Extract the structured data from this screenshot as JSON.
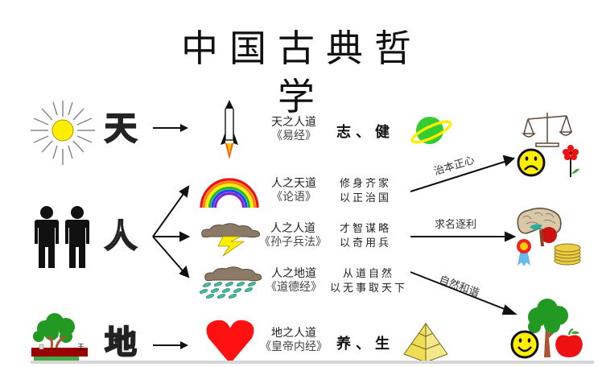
{
  "title": "中国古典哲学",
  "rows": {
    "heaven": {
      "char": "天",
      "way": "天之人道",
      "book": "《易经》",
      "virtue": "志、健",
      "icons": [
        "sun-icon",
        "rocket-icon",
        "planet-icon"
      ]
    },
    "human": {
      "char": "人",
      "branches": [
        {
          "way": "人之天道",
          "book": "《论语》",
          "virtue_line1": "修身齐家",
          "virtue_line2": "以正治国",
          "icon": "rainbow-icon",
          "arrow_label": "治本正心"
        },
        {
          "way": "人之人道",
          "book": "《孙子兵法》",
          "virtue_line1": "才智谋略",
          "virtue_line2": "以奇用兵",
          "icon": "storm-cloud-icon",
          "arrow_label": "求名逐利"
        },
        {
          "way": "人之地道",
          "book": "《道德经》",
          "virtue_line1": "从道自然",
          "virtue_line2": "以无事取天下",
          "icon": "rain-cloud-icon",
          "arrow_label": "自然和谐"
        }
      ]
    },
    "earth": {
      "char": "地",
      "way": "地之人道",
      "book": "《皇帝内经》",
      "virtue": "养、生",
      "icons": [
        "bonsai-tree-icon",
        "heart-icon",
        "pyramid-icon"
      ]
    }
  },
  "outcomes": [
    {
      "icons": [
        "scales-icon",
        "sad-face-icon",
        "flower-icon"
      ]
    },
    {
      "icons": [
        "brain-icon",
        "award-ribbon-icon",
        "coin-stack-icon"
      ]
    },
    {
      "icons": [
        "happy-face-icon",
        "tree-icon",
        "apple-icon"
      ]
    }
  ],
  "colors": {
    "sun": "#ffee00",
    "planet": "#33cc33",
    "planet_ring": "#ffee00",
    "heart": "#ff1111",
    "cloud": "#8a7a66",
    "lightning": "#ffee00",
    "rain": "#44bb99",
    "tree_green": "#229922",
    "apple": "#ee1111",
    "pyramid": "#eedd55"
  }
}
